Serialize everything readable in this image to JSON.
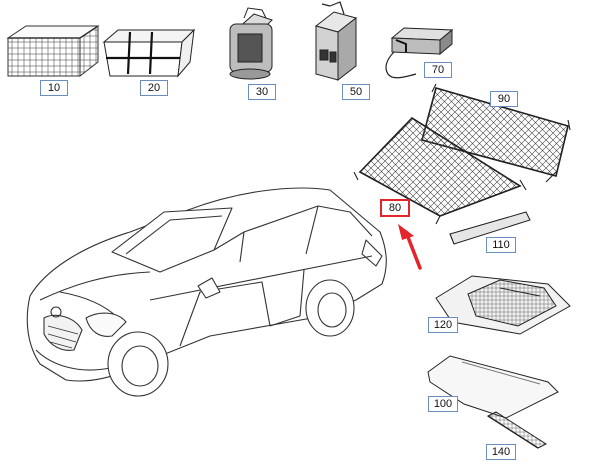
{
  "diagram": {
    "colors": {
      "line": "#333333",
      "accent": "#e3242b",
      "label_border": "#6a8fbf"
    },
    "parts": [
      {
        "id": "folding-crate",
        "label": "10"
      },
      {
        "id": "trunk-organizer",
        "label": "20"
      },
      {
        "id": "cooler-bag",
        "label": "30"
      },
      {
        "id": "ski-bag",
        "label": "50"
      },
      {
        "id": "cool-box",
        "label": "70"
      },
      {
        "id": "roof-net",
        "label": "90"
      },
      {
        "id": "luggage-net",
        "label": "80",
        "highlighted": true
      },
      {
        "id": "load-bar",
        "label": "110"
      },
      {
        "id": "trunk-tray",
        "label": "120"
      },
      {
        "id": "floor-mat",
        "label": "100"
      },
      {
        "id": "rail-strip",
        "label": "140"
      }
    ]
  }
}
